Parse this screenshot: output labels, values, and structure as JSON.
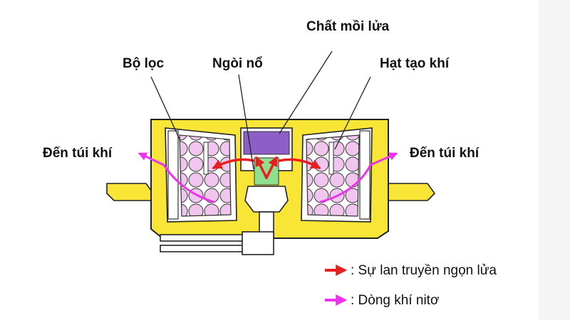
{
  "labels": {
    "igniter_charge": "Chất mồi lửa",
    "filter": "Bộ lọc",
    "squib": "Ngòi nổ",
    "gas_generant": "Hạt tạo khí",
    "to_airbag_left": "Đến túi khí",
    "to_airbag_right": "Đến túi khí"
  },
  "legend": {
    "flame": {
      "text": ": Sự lan truyền ngọn lửa",
      "color": "#e81f1f",
      "icon": "red-arrow-icon"
    },
    "nitrogen": {
      "text": ": Dòng khí nitơ",
      "color": "#ee33ee",
      "icon": "magenta-arrow-icon"
    }
  },
  "colors": {
    "housing": "#f8e535",
    "igniter_charge": "#8d5ec7",
    "squib_tip": "#8ee08e",
    "gas_pellet": "#f0c6ee",
    "chamber": "#ffffff",
    "outline": "#222222",
    "flame_arrow": "#e81f1f",
    "gas_arrow": "#ee33ee"
  }
}
